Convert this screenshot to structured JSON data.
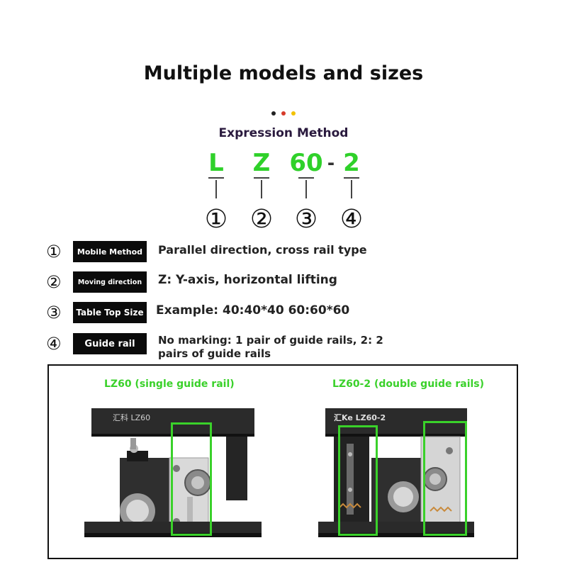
{
  "title": "Multiple models and sizes",
  "dots": [
    "#222222",
    "#d63b2a",
    "#f2c200"
  ],
  "subtitle": "Expression Method",
  "code": {
    "letters": [
      "L",
      "Z",
      "60",
      "2"
    ],
    "dash": "-",
    "numbers": [
      "①",
      "②",
      "③",
      "④"
    ],
    "color": "#2fd12a"
  },
  "rows": [
    {
      "num": "①",
      "badge": "Mobile Method",
      "text": "Parallel direction, cross rail type"
    },
    {
      "num": "②",
      "badge": "Moving direction",
      "text": "Z: Y-axis, horizontal lifting"
    },
    {
      "num": "③",
      "badge": "Table Top Size",
      "text": "Example: 40:40*40 60:60*60"
    },
    {
      "num": "④",
      "badge": "Guide rail",
      "text": "No marking: 1 pair of guide rails, 2: 2 pairs of guide rails"
    }
  ],
  "products": [
    {
      "caption": "LZ60 (single guide rail)",
      "engraving": "汇科 LZ60"
    },
    {
      "caption": "LZ60-2 (double guide rails)",
      "engraving": "汇Ke LZ60-2"
    }
  ],
  "highlight_color": "#3ad12a"
}
